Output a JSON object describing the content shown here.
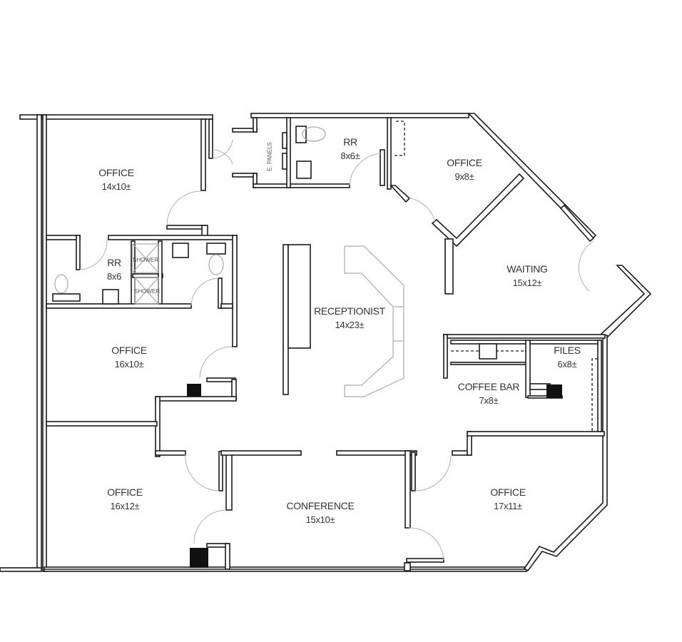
{
  "floor_plan": {
    "rooms": [
      {
        "id": "office-nw",
        "name": "OFFICE",
        "dims": "14x10±"
      },
      {
        "id": "rr-west",
        "name": "RR",
        "dims": "8x6"
      },
      {
        "id": "office-16x10",
        "name": "OFFICE",
        "dims": "16x10±"
      },
      {
        "id": "office-16x12",
        "name": "OFFICE",
        "dims": "16x12±"
      },
      {
        "id": "e-panels",
        "name": "E. PANELS",
        "dims": ""
      },
      {
        "id": "rr-north",
        "name": "RR",
        "dims": "8x6±"
      },
      {
        "id": "office-9x8",
        "name": "OFFICE",
        "dims": "9x8±"
      },
      {
        "id": "waiting",
        "name": "WAITING",
        "dims": "15x12±"
      },
      {
        "id": "receptionist",
        "name": "RECEPTIONIST",
        "dims": "14x23±"
      },
      {
        "id": "coffee-bar",
        "name": "COFFEE BAR",
        "dims": "7x8±"
      },
      {
        "id": "files",
        "name": "FILES",
        "dims": "6x8±"
      },
      {
        "id": "conference",
        "name": "CONFERENCE",
        "dims": "15x10±"
      },
      {
        "id": "office-17x11",
        "name": "OFFICE",
        "dims": "17x11±"
      }
    ],
    "fixtures": {
      "shower_1": "SHOWER",
      "shower_2": "SHOWER"
    },
    "colors": {
      "wall": "#1a1a1a",
      "furniture": "#aaaaaa",
      "door_swing": "#b0b0b0",
      "text": "#333333"
    }
  }
}
